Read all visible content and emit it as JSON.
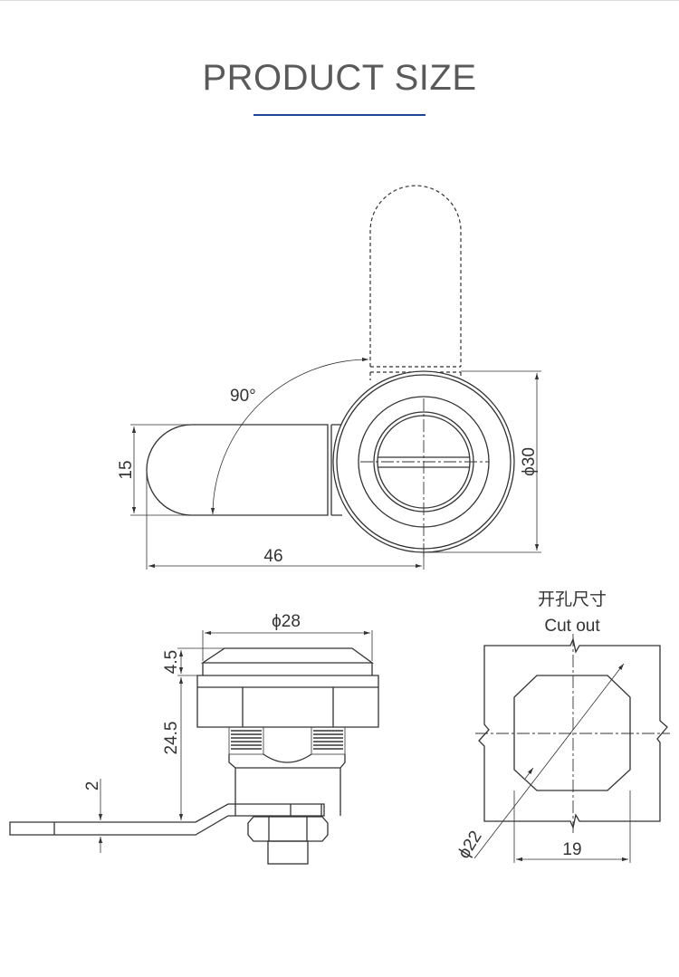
{
  "header": {
    "title": "PRODUCT SIZE",
    "accent_color": "#1e4596"
  },
  "top_view": {
    "angle_label": "90°",
    "height_label": "15",
    "length_label": "46",
    "diameter_label": "ϕ30"
  },
  "side_view": {
    "diameter_label": "ϕ28",
    "cap_height_label": "4.5",
    "body_height_label": "24.5",
    "cam_thickness_label": "2"
  },
  "cutout": {
    "title_cn": "开孔尺寸",
    "title_en": "Cut out",
    "diameter_label": "ϕ22",
    "width_label": "19"
  }
}
